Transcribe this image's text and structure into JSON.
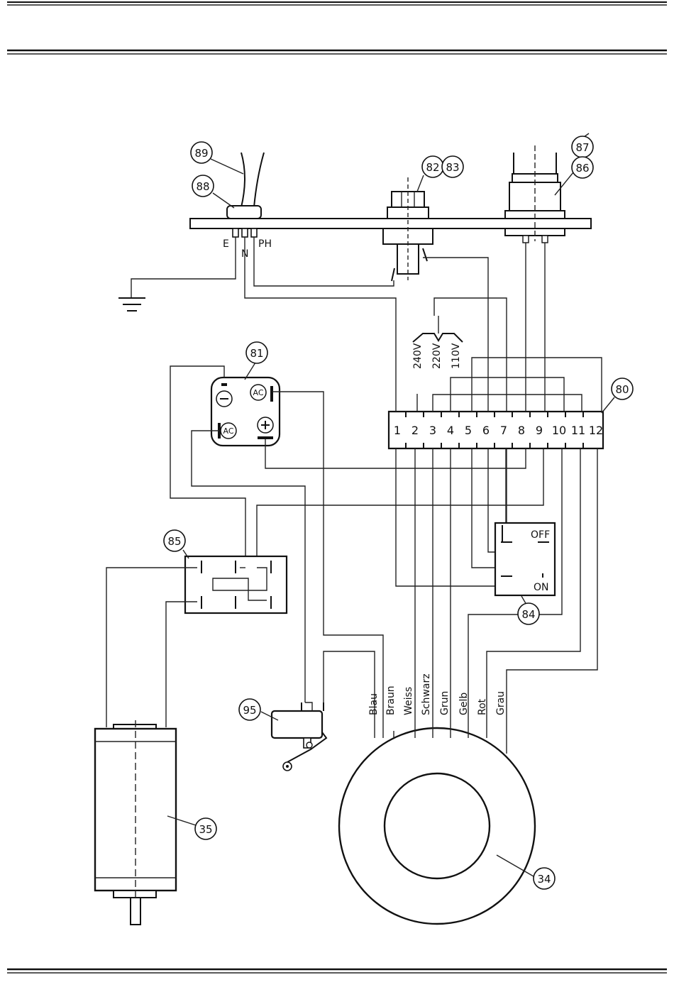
{
  "terminal_block": {
    "numbers": [
      "1",
      "2",
      "3",
      "4",
      "5",
      "6",
      "7",
      "8",
      "9",
      "10",
      "11",
      "12"
    ]
  },
  "voltages": [
    "240V",
    "220V",
    "110V"
  ],
  "power_inlet": {
    "earth": "E",
    "neutral": "N",
    "phase": "PH"
  },
  "switch_84": {
    "off": "OFF",
    "on": "ON"
  },
  "capacitor_81": {
    "ac_top": "AC",
    "ac_left": "AC"
  },
  "wire_colors": [
    "Blau",
    "Braun",
    "Weiss",
    "Schwarz",
    "Grun",
    "Gelb",
    "Rot",
    "Grau"
  ],
  "callouts": {
    "c89": "89",
    "c88": "88",
    "c82": "82",
    "c83": "83",
    "c87": "87",
    "c86": "86",
    "c81": "81",
    "c80": "80",
    "c85": "85",
    "c84": "84",
    "c95": "95",
    "c35": "35",
    "c34": "34"
  }
}
